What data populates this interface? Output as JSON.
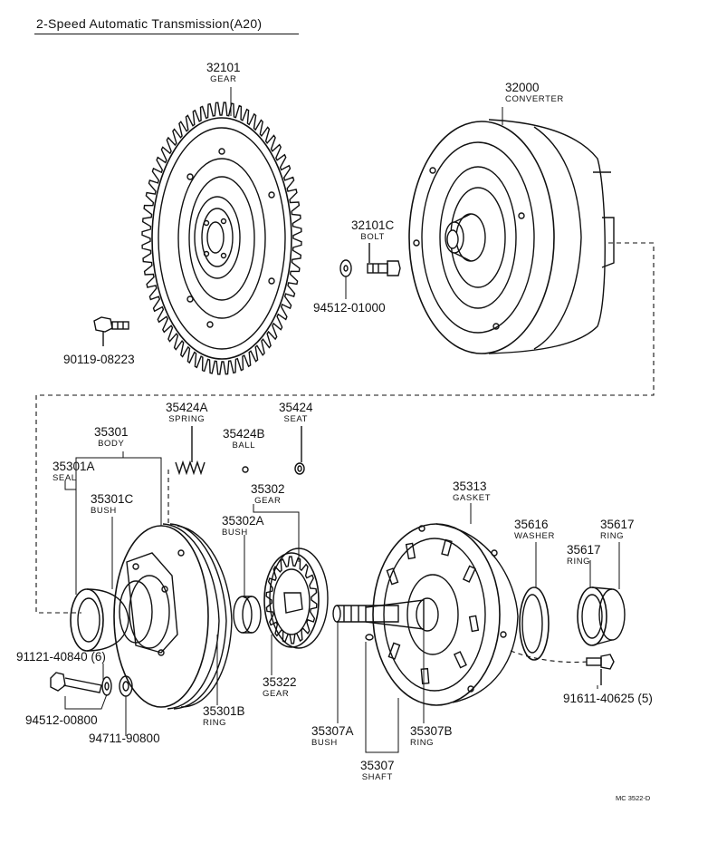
{
  "title": "2-Speed Automatic Transmission(A20)",
  "code": "MC 3522-D",
  "parts": {
    "p32101": {
      "num": "32101",
      "name": "GEAR"
    },
    "p32000": {
      "num": "32000",
      "name": "CONVERTER"
    },
    "p32101c": {
      "num": "32101C",
      "name": "BOLT"
    },
    "p94512a": {
      "num": "94512-01000"
    },
    "p90119": {
      "num": "90119-08223"
    },
    "p35424a": {
      "num": "35424A",
      "name": "SPRING"
    },
    "p35424": {
      "num": "35424",
      "name": "SEAT"
    },
    "p35424b": {
      "num": "35424B",
      "name": "BALL"
    },
    "p35301": {
      "num": "35301",
      "name": "BODY"
    },
    "p35301a": {
      "num": "35301A",
      "name": "SEAL"
    },
    "p35301c": {
      "num": "35301C",
      "name": "BUSH"
    },
    "p35302": {
      "num": "35302",
      "name": "GEAR"
    },
    "p35302a": {
      "num": "35302A",
      "name": "BUSH"
    },
    "p35313": {
      "num": "35313",
      "name": "GASKET"
    },
    "p35616": {
      "num": "35616",
      "name": "WASHER"
    },
    "p35617a": {
      "num": "35617",
      "name": "RING"
    },
    "p35617b": {
      "num": "35617",
      "name": "RING"
    },
    "p91121": {
      "num": "91121-40840 (6)"
    },
    "p94512b": {
      "num": "94512-00800"
    },
    "p94711": {
      "num": "94711-90800"
    },
    "p35322": {
      "num": "35322",
      "name": "GEAR"
    },
    "p35301b": {
      "num": "35301B",
      "name": "RING"
    },
    "p35307a": {
      "num": "35307A",
      "name": "BUSH"
    },
    "p35307b": {
      "num": "35307B",
      "name": "RING"
    },
    "p35307": {
      "num": "35307",
      "name": "SHAFT"
    },
    "p91611": {
      "num": "91611-40625 (5)"
    }
  }
}
